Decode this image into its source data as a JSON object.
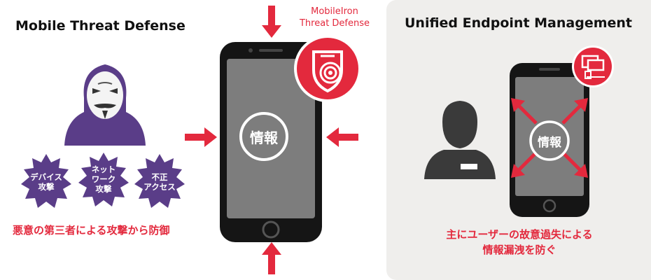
{
  "mtd": {
    "title": "Mobile Threat Defense",
    "caption": "悪意の第三者による攻撃から防御",
    "threats": [
      {
        "line1": "デバイス",
        "line2": "攻撃",
        "line3": ""
      },
      {
        "line1": "ネット",
        "line2": "ワーク",
        "line3": "攻撃"
      },
      {
        "line1": "不正",
        "line2": "アクセス",
        "line3": ""
      }
    ],
    "product_label_line1": "MobileIron",
    "product_label_line2": "Threat Defense",
    "info_label": "情報"
  },
  "uem": {
    "title": "Unified Endpoint Management",
    "caption_line1": "主にユーザーの故意過失による",
    "caption_line2": "情報漏洩を防ぐ",
    "info_label": "情報"
  },
  "colors": {
    "accent_red": "#e3293d",
    "hacker_purple": "#5a3d88",
    "panel_bg": "#efeeec",
    "phone_body": "#151515",
    "phone_screen": "#7d7d7d"
  }
}
